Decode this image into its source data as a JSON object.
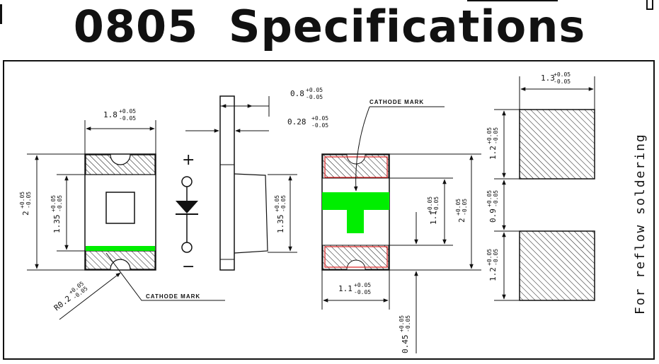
{
  "title": "0805   Specifications",
  "colors": {
    "cathode_mark": "#00ee00",
    "outline_red": "#dd2222",
    "line": "#111111"
  },
  "labels": {
    "top_width": "1.8",
    "top_width_tol_plus": "+0.05",
    "top_width_tol_minus": "-0.05",
    "overall_length": "2",
    "overall_length_tol_plus": "+0.05",
    "overall_length_tol_minus": "-0.05",
    "inner_length": "1.35",
    "inner_length_tol_plus": "+0.05",
    "inner_length_tol_minus": "-0.05",
    "radius": "R0.2",
    "radius_tol_plus": "+0.05",
    "radius_tol_minus": "-0.05",
    "cathode_mark_left": "CATHODE MARK",
    "plus_sign": "+",
    "minus_sign": "−",
    "side_thickness": "0.8",
    "side_thickness_tol_plus": "+0.05",
    "side_thickness_tol_minus": "-0.05",
    "side_lead": "0.28",
    "side_lead_tol_plus": "+0.05",
    "side_lead_tol_minus": "-0.05",
    "side_height": "1.35",
    "side_height_tol_plus": "+0.05",
    "side_height_tol_minus": "-0.05",
    "cathode_mark_right": "CATHODE MARK",
    "bottom_length": "2",
    "bottom_length_tol_plus": "+0.05",
    "bottom_length_tol_minus": "-0.05",
    "bottom_inner": "1.1",
    "bottom_inner_tol_plus": "+0.05",
    "bottom_inner_tol_minus": "-0.05",
    "bottom_width": "1.1",
    "bottom_width_tol_plus": "+0.05",
    "bottom_width_tol_minus": "-0.05",
    "bottom_offset": "0.45",
    "bottom_offset_tol_plus": "+0.05",
    "bottom_offset_tol_minus": "-0.05",
    "pad_width": "1.3",
    "pad_width_tol_plus": "+0.05",
    "pad_width_tol_minus": "-0.05",
    "pad_top_height": "1.2",
    "pad_top_height_tol_plus": "+0.05",
    "pad_top_height_tol_minus": "-0.05",
    "pad_gap": "0.9",
    "pad_gap_tol_plus": "+0.05",
    "pad_gap_tol_minus": "-0.05",
    "pad_bottom_height": "1.2",
    "pad_bottom_height_tol_plus": "+0.05",
    "pad_bottom_height_tol_minus": "-0.05",
    "reflow_note": "For reflow soldering"
  }
}
